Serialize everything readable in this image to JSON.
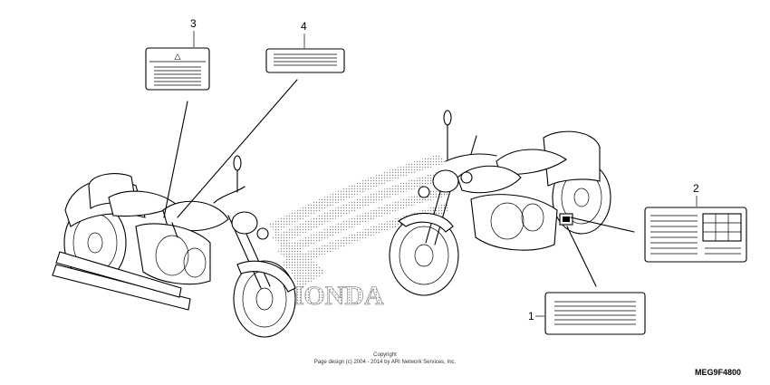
{
  "callouts": {
    "label_1": "1",
    "label_2": "2",
    "label_3": "3",
    "label_4": "4"
  },
  "labels": {
    "label_3_symbol": "△"
  },
  "watermark": "HONDA",
  "copyright": {
    "line1": "Copyright",
    "line2": "Page design (c) 2004 - 2014 by ARI Network Services, Inc."
  },
  "diagram_code": "MEG9F4800"
}
